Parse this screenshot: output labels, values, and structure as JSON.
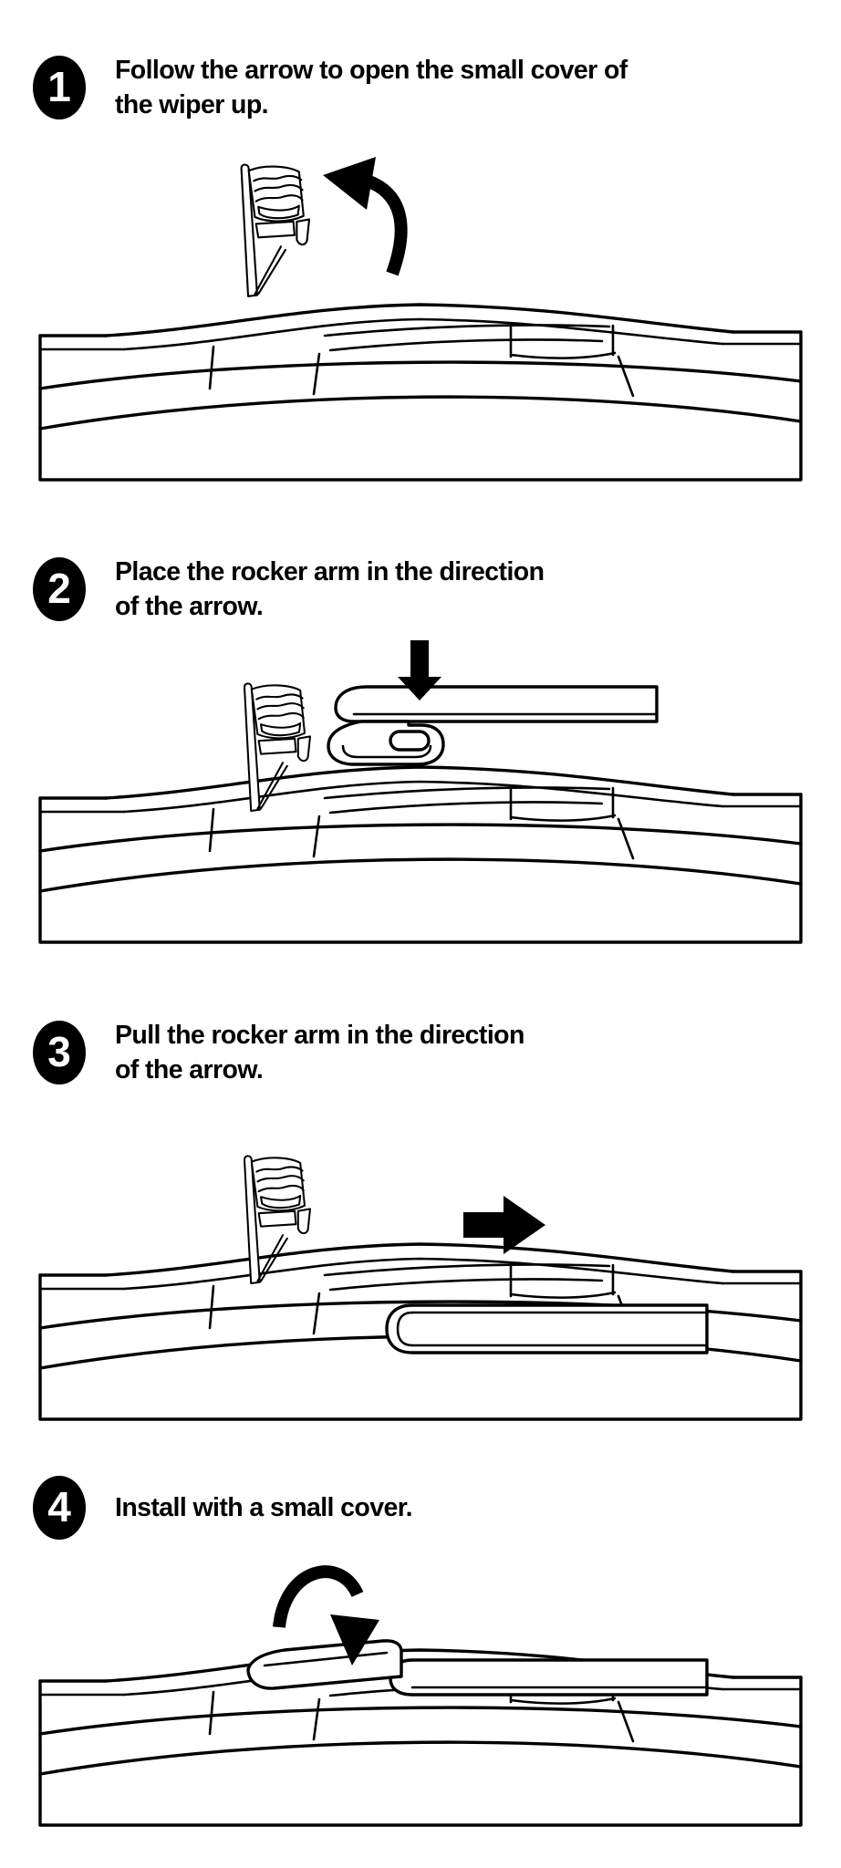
{
  "page": {
    "background": "#ffffff",
    "ink": "#000000"
  },
  "steps": [
    {
      "number": "1",
      "lines": [
        "Follow the arrow to open the small cover of",
        "the wiper up."
      ],
      "illustration": {
        "name": "wiper-small-cover-opened",
        "arrow_icon": "curved-counterclockwise-arrow-icon"
      }
    },
    {
      "number": "2",
      "lines": [
        "Place the rocker arm in the direction",
        "of the arrow."
      ],
      "illustration": {
        "name": "rocker-arm-placed-above-blade",
        "arrow_icon": "down-arrow-icon"
      }
    },
    {
      "number": "3",
      "lines": [
        "Pull the rocker arm in the direction",
        "of the arrow."
      ],
      "illustration": {
        "name": "rocker-arm-pulled-into-blade",
        "arrow_icon": "right-arrow-icon"
      }
    },
    {
      "number": "4",
      "lines": [
        "Install with a small cover."
      ],
      "illustration": {
        "name": "wiper-small-cover-closed",
        "arrow_icon": "curved-clockwise-arrow-icon"
      }
    }
  ]
}
